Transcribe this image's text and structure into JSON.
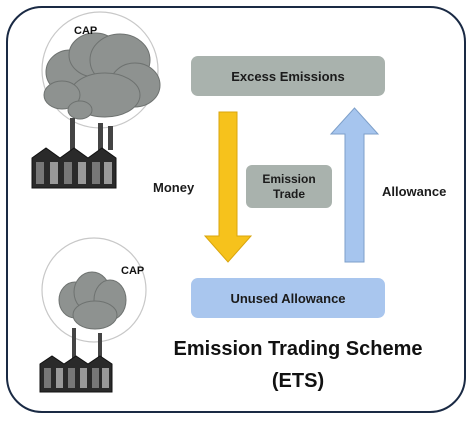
{
  "diagram": {
    "boxes": {
      "excess": "Excess Emissions",
      "trade_line1": "Emission",
      "trade_line2": "Trade",
      "unused": "Unused Allowance"
    },
    "labels": {
      "money": "Money",
      "allowance": "Allowance"
    },
    "caps": {
      "top": "CAP",
      "bottom": "CAP"
    },
    "title_line1": "Emission Trading Scheme",
    "title_line2": "(ETS)",
    "colors": {
      "money_arrow": "#f6c21c",
      "allowance_arrow": "#a6c5ee",
      "gray_box": "#a9b2ad",
      "blue_box": "#a9c6ee",
      "frame": "#1a2a44"
    },
    "icons": [
      "factory-icon",
      "smoke-cloud-icon"
    ]
  }
}
